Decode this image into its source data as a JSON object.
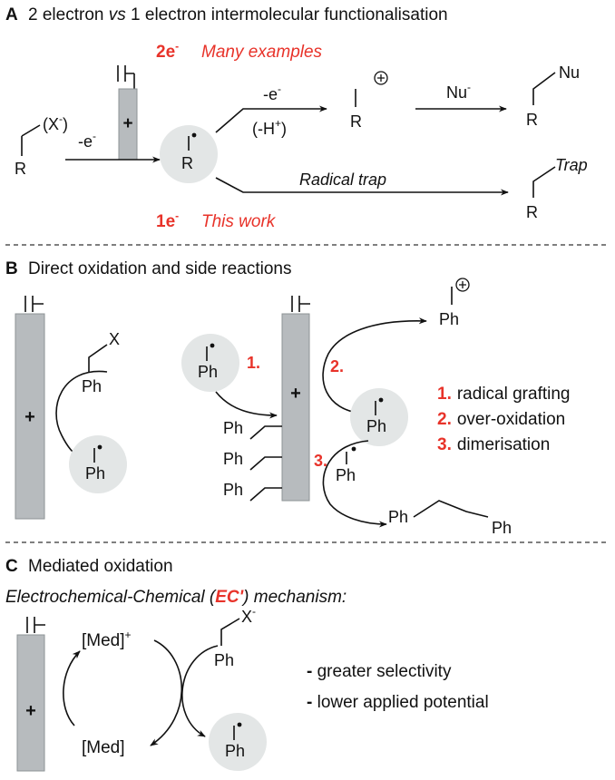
{
  "colors": {
    "accent": "#e8332a",
    "electrode": "#b7bbbe",
    "radical_bg": "#e3e6e6"
  },
  "sectionA": {
    "letter": "A",
    "title_pre": "2 electron ",
    "title_vs": "vs",
    "title_post": " 1 electron intermolecular functionalisation",
    "two_e": "2e",
    "two_e_sup": "-",
    "many_examples": "Many examples",
    "one_e": "1e",
    "one_e_sup": "-",
    "this_work": "This work",
    "x_anion": "(X",
    "x_anion_sup": "-",
    "x_anion_close": ")",
    "R": "R",
    "minus_e": "-e",
    "minus_e_sup": "-",
    "plus": "+",
    "minus_h": "(-H",
    "minus_h_sup": "+",
    "minus_h_close": ")",
    "nu_minus": "Nu",
    "nu_minus_sup": "-",
    "Nu": "Nu",
    "radical_trap": "Radical trap",
    "Trap": "Trap"
  },
  "sectionB": {
    "letter": "B",
    "title": "Direct oxidation and side reactions",
    "X": "X",
    "Ph": "Ph",
    "plus": "+",
    "legend": [
      {
        "num": "1.",
        "text": "radical grafting"
      },
      {
        "num": "2.",
        "text": "over-oxidation"
      },
      {
        "num": "3.",
        "text": "dimerisation"
      }
    ]
  },
  "sectionC": {
    "letter": "C",
    "title": "Mediated oxidation",
    "mechanism_pre": "Electrochemical-Chemical (",
    "mechanism_ec": "EC'",
    "mechanism_post": ") mechanism:",
    "med_plus": "[Med]",
    "med_plus_sup": "+",
    "med": "[Med]",
    "X_minus": "X",
    "X_minus_sup": "-",
    "Ph": "Ph",
    "plus": "+",
    "bullets": [
      {
        "dash": "-",
        "text": " greater selectivity"
      },
      {
        "dash": "-",
        "text": " lower applied potential"
      }
    ]
  }
}
